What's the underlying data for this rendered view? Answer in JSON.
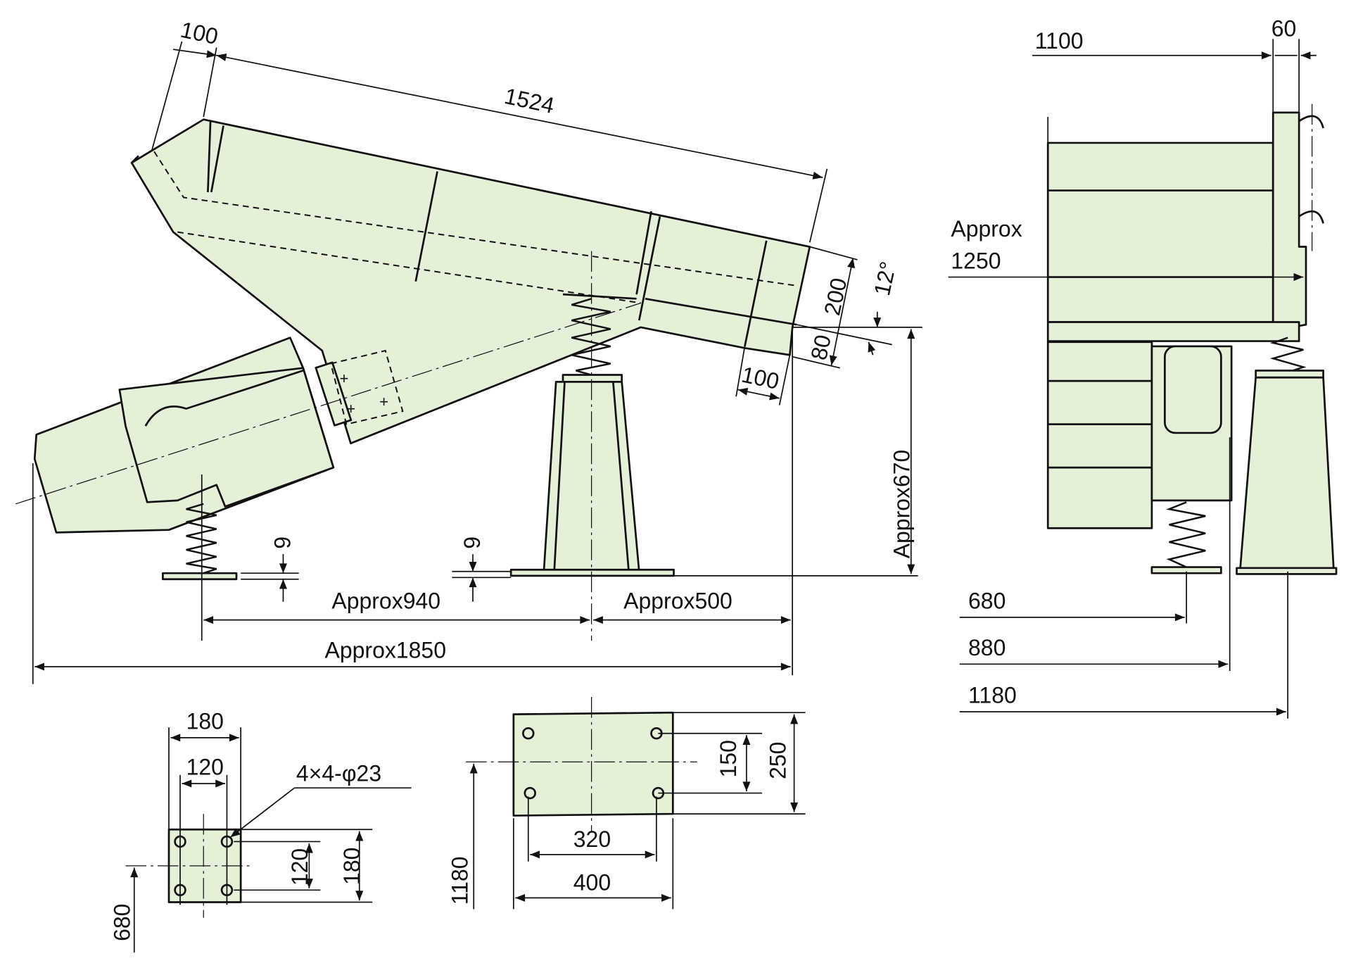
{
  "colors": {
    "body_fill": "#e5f0d9",
    "line": "#111111"
  },
  "side_view": {
    "dim_top_flange": "100",
    "dim_length": "1524",
    "dim_outlet_height": "200",
    "dim_angle": "12°",
    "dim_lip": "80",
    "dim_outlet_width": "100",
    "dim_height": "Approx670",
    "dim_spring_left": "9",
    "dim_spring_right": "9",
    "dim_span": "Approx940",
    "dim_overhang": "Approx500",
    "dim_total": "Approx1850"
  },
  "end_view": {
    "dim_width": "1100",
    "dim_flange": "60",
    "dim_approx_label": "Approx",
    "dim_approx_value": "1250",
    "dim_680": "680",
    "dim_880": "880",
    "dim_1180": "1180"
  },
  "spring_base_plan": {
    "dim_outer_w": "180",
    "dim_inner_w": "120",
    "hole_callout": "4×4-φ23",
    "dim_inner_h": "120",
    "dim_outer_h": "180",
    "dim_offset": "680"
  },
  "pedestal_plan": {
    "dim_hole_v": "150",
    "dim_outer_v": "250",
    "dim_hole_h": "320",
    "dim_outer_h": "400",
    "dim_offset": "1180"
  }
}
